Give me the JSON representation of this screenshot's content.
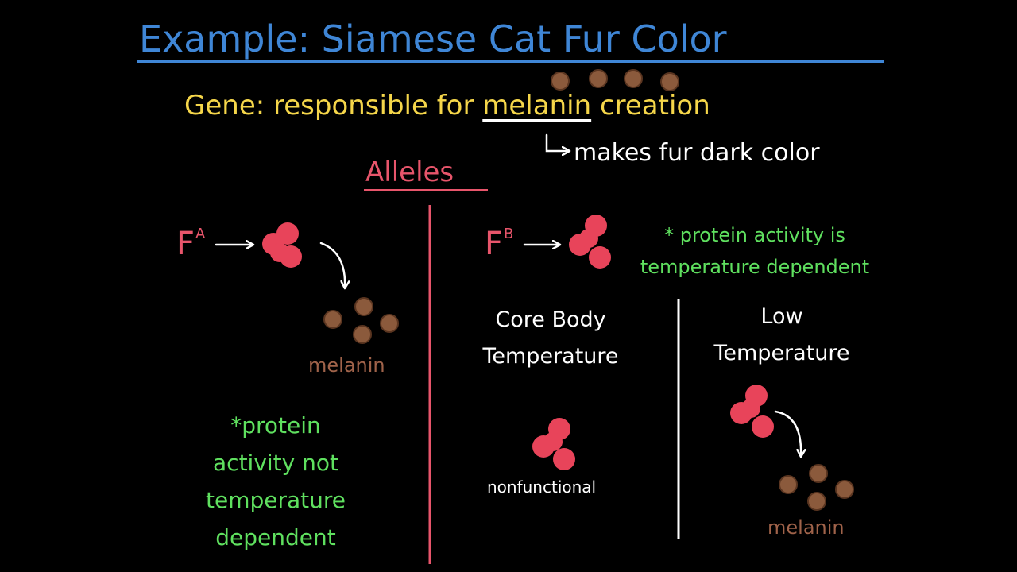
{
  "title": "Example: Siamese Cat Fur Color",
  "gene": {
    "prefix": "Gene: responsible for ",
    "keyword": "melanin",
    "suffix": " creation"
  },
  "melanin_note": "makes fur dark color",
  "alleles_heading": "Alleles",
  "allele_a": {
    "symbol": "F",
    "superscript": "A",
    "product_label": "melanin",
    "note_lines": [
      "*protein",
      "activity not",
      "temperature",
      "dependent"
    ]
  },
  "allele_b": {
    "symbol": "F",
    "superscript": "B",
    "note_lines": [
      "* protein activity is",
      "temperature dependent"
    ],
    "core": {
      "heading_lines": [
        "Core Body",
        "Temperature"
      ],
      "state_label": "nonfunctional"
    },
    "low": {
      "heading_lines": [
        "Low",
        "Temperature"
      ],
      "product_label": "melanin"
    }
  },
  "colors": {
    "title": "#3f86d6",
    "gene": "#f5d64a",
    "allele": "#e8556b",
    "note": "#5fe05f",
    "melanin": "#8b5a3c",
    "protein": "#e8445a"
  }
}
